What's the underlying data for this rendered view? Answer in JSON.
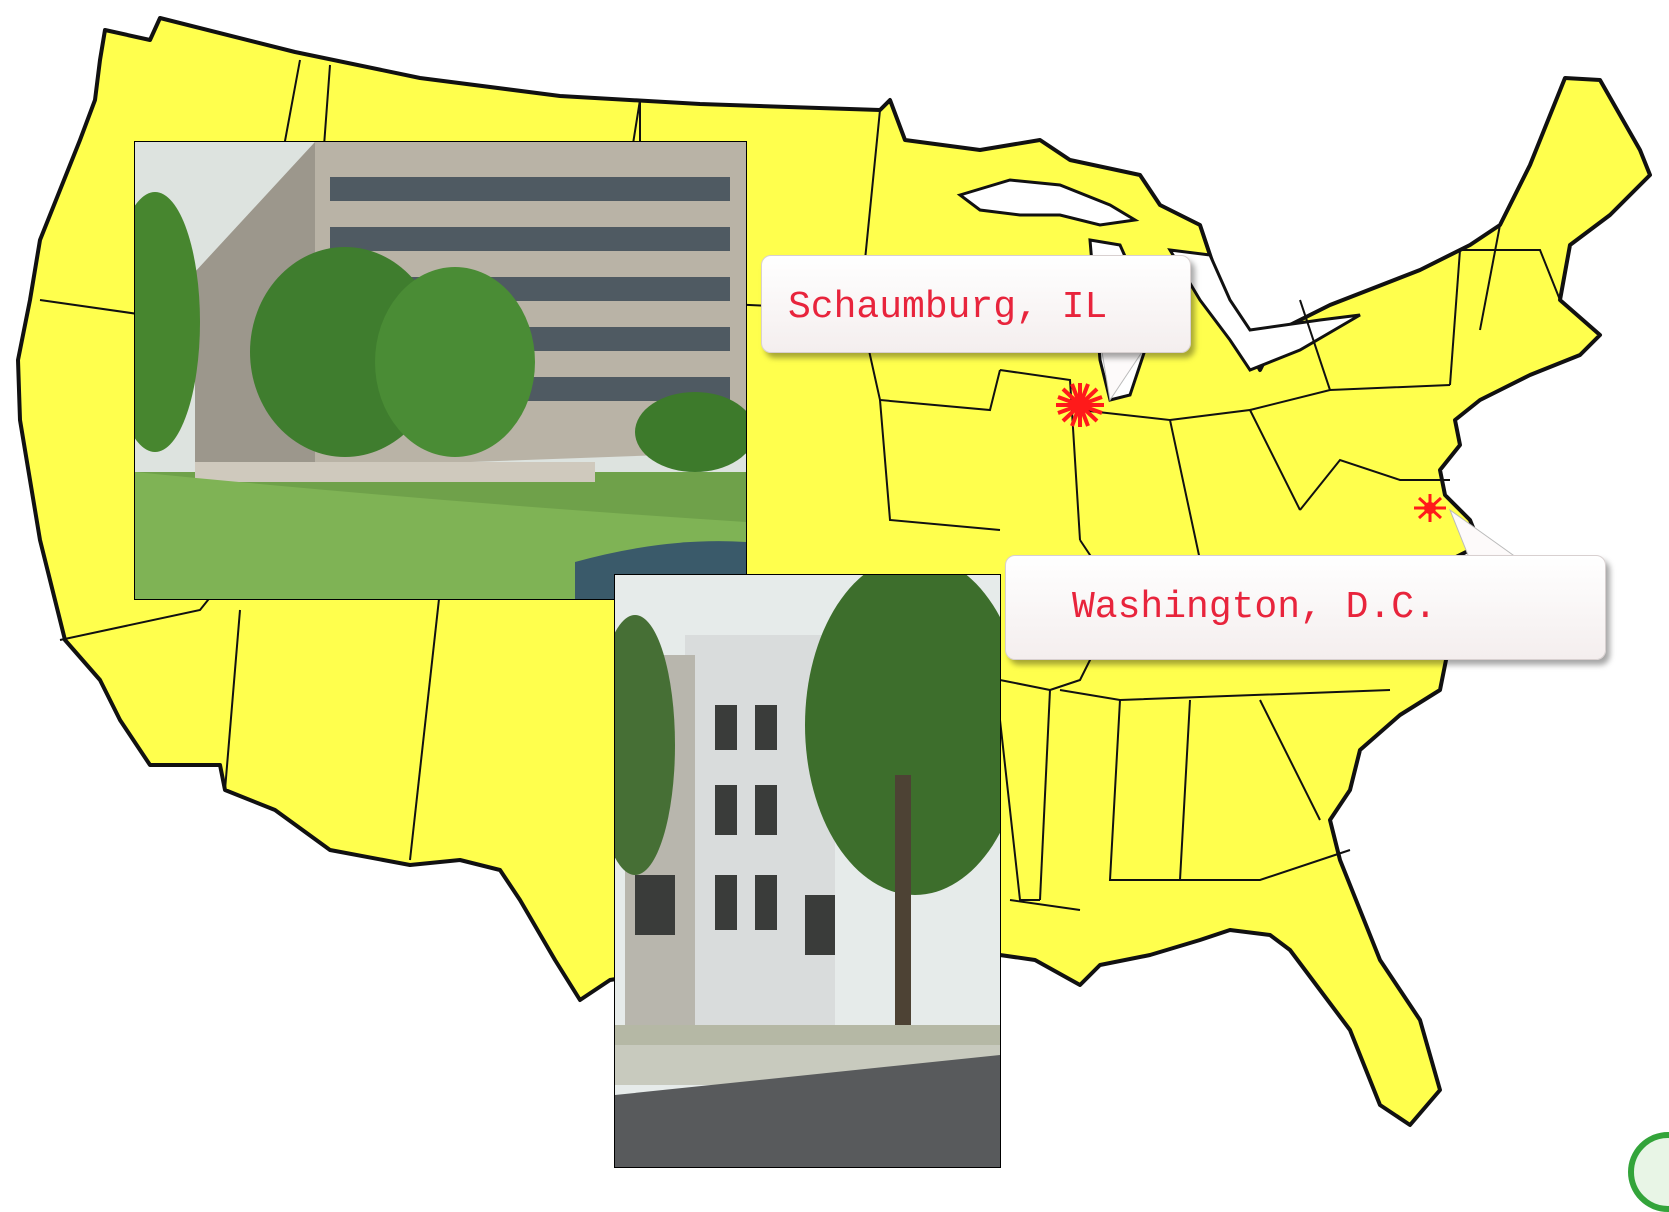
{
  "map": {
    "land_color": "#ffff4d",
    "border_color": "#000000",
    "marker_color": "#ff1a1a",
    "background_color": "#ffffff"
  },
  "locations": [
    {
      "name": "Schaumburg, IL",
      "marker_icon": "starburst-marker"
    },
    {
      "name": "Washington, D.C.",
      "marker_icon": "starburst-marker"
    }
  ],
  "photos": [
    {
      "subject": "office-building-photo"
    },
    {
      "subject": "rowhouse-building-photo"
    }
  ],
  "logo": {
    "icon": "green-circle-logo",
    "color": "#33a43a"
  }
}
